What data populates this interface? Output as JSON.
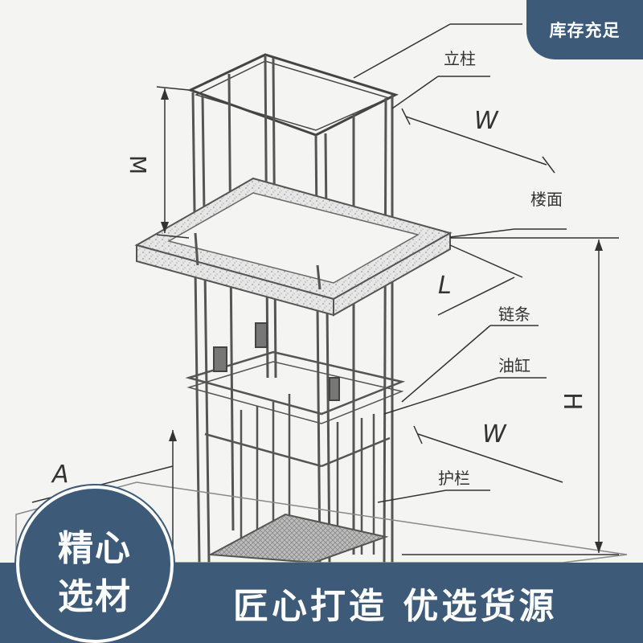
{
  "badge": {
    "text": "库存充足"
  },
  "labels": {
    "column": "立柱",
    "floor": "楼面",
    "chain": "链条",
    "cylinder": "油缸",
    "guardrail": "护栏",
    "dim_M": "M",
    "dim_W_top": "W",
    "dim_L": "L",
    "dim_W_bottom": "W",
    "dim_H": "H",
    "dim_A": "A"
  },
  "badge_circle": {
    "line1": "精心",
    "line2": "选材"
  },
  "banner": {
    "text": "匠心打造  优选货源"
  },
  "colors": {
    "brand": "#3d5a78",
    "line": "#333333",
    "background": "#f4f4f2"
  }
}
